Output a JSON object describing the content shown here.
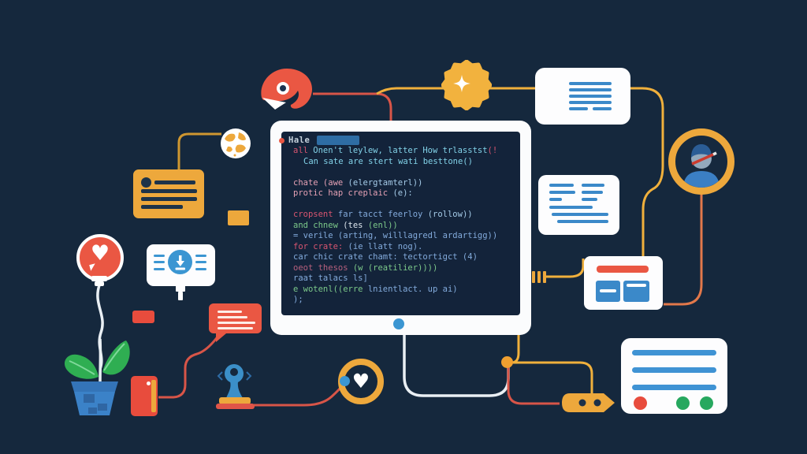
{
  "scene": {
    "description": "Flat illustration of a code editor monitor surrounded by icon nodes connected by wires",
    "background": "#15283d"
  },
  "palette": {
    "card_white": "#fdfdfe",
    "accent_yellow": "#eda83c",
    "accent_red": "#ea5743",
    "deep_red": "#e84c3d",
    "bar_blue": "#3b89c9",
    "dot_blue": "#3b96d2",
    "green": "#27a85f",
    "ink_navy": "#1d3349",
    "wire_gold": "#f0b03c",
    "wire_dark_gold": "#cf9730",
    "wire_red": "#d85548",
    "wire_orange": "#e2784a",
    "wire_white": "#e9eff4",
    "screen_navy": "#13233a",
    "pot_blue": "#3b82c8",
    "leaf_green": "#2fae52"
  },
  "icon_glyphs": {
    "heart": "♥"
  },
  "monitor": {
    "header_label": "Hale",
    "header_bullet_color": "#ea5743",
    "header_tab_color": "#2e6da4",
    "code_lines": [
      {
        "indent": 1,
        "segments": [
          {
            "t": "all",
            "c": "red"
          },
          {
            "t": " Onen't leylew, latter How trlasstst",
            "c": "cyan"
          },
          {
            "t": "(!",
            "c": "red"
          }
        ]
      },
      {
        "indent": 2,
        "segments": [
          {
            "t": "Can sate are stert wati besttone()",
            "c": "cyan"
          }
        ]
      },
      {
        "indent": 1,
        "segments": []
      },
      {
        "indent": 1,
        "segments": [
          {
            "t": "chate (awe ",
            "c": "pink"
          },
          {
            "t": "(elergtamterl))",
            "c": "lblue"
          }
        ]
      },
      {
        "indent": 1,
        "segments": [
          {
            "t": "protic hap creplaic ",
            "c": "pink"
          },
          {
            "t": "(e):",
            "c": "lblue"
          }
        ]
      },
      {
        "indent": 1,
        "segments": []
      },
      {
        "indent": 1,
        "segments": [
          {
            "t": "cropsent ",
            "c": "red"
          },
          {
            "t": "far tacct feerloy ",
            "c": "blue"
          },
          {
            "t": "(rollow))",
            "c": "lblue"
          }
        ]
      },
      {
        "indent": 1,
        "segments": [
          {
            "t": "and chnew ",
            "c": "green"
          },
          {
            "t": "(tes ",
            "c": "white"
          },
          {
            "t": "(enl))",
            "c": "green"
          }
        ]
      },
      {
        "indent": 1,
        "segments": [
          {
            "t": "= verile (arting, willlagredl ardartigg))",
            "c": "blue"
          }
        ]
      },
      {
        "indent": 1,
        "segments": [
          {
            "t": "for crate: ",
            "c": "red"
          },
          {
            "t": "(ie llatt nog).",
            "c": "blue"
          }
        ]
      },
      {
        "indent": 1,
        "segments": [
          {
            "t": "car chic crate chamt: tectortigct (4)",
            "c": "blue"
          }
        ]
      },
      {
        "indent": 1,
        "segments": [
          {
            "t": "oeot thesos ",
            "c": "rose"
          },
          {
            "t": "(w (reatilier))))",
            "c": "green"
          }
        ]
      },
      {
        "indent": 1,
        "segments": [
          {
            "t": "raat talacs ls]",
            "c": "blue"
          }
        ]
      },
      {
        "indent": 1,
        "segments": [
          {
            "t": "e wotenl((erre ",
            "c": "green"
          },
          {
            "t": "lnientlact. up ai)",
            "c": "blue"
          }
        ]
      },
      {
        "indent": 1,
        "segments": [
          {
            "t": ");",
            "c": "blue"
          }
        ]
      }
    ]
  },
  "code_colors": {
    "red": "#d85570",
    "pink": "#e4a0b4",
    "cyan": "#82d2e8",
    "blue": "#83abdc",
    "lblue": "#a5cbe8",
    "green": "#7cc98a",
    "white": "#dde6ee",
    "rose": "#b8607e"
  },
  "status_card": {
    "line_count": 3,
    "dot_colors": [
      "#e84c3d",
      "#27a85f",
      "#27a85f"
    ]
  },
  "nodes": [
    "snake-head",
    "sparkle-seal-badge",
    "note-card",
    "user-avatar-badge",
    "two-column-note-card",
    "browser-window-card",
    "status-card",
    "arrow-capsule",
    "plug-connector",
    "sticky-note-card",
    "globe",
    "download-card",
    "idea-bulb-heart",
    "heart-ring",
    "potted-plant",
    "rubber-stamp",
    "speech-bubble",
    "red-notebook"
  ]
}
